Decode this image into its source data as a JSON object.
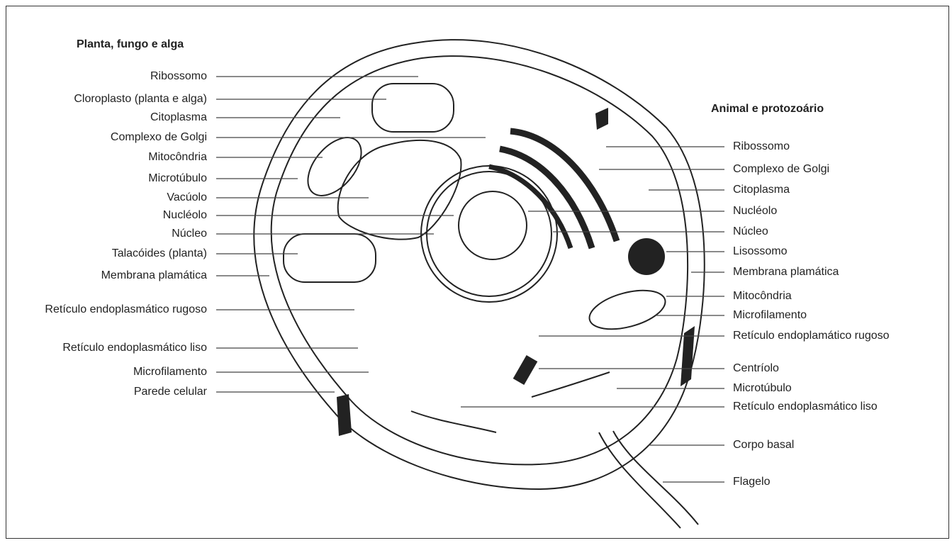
{
  "left_heading": "Planta, fungo e alga",
  "right_heading": "Animal e protozoário",
  "left_labels": [
    "Ribossomo",
    "Cloroplasto (planta e alga)",
    "Citoplasma",
    "Complexo de Golgi",
    "Mitocôndria",
    "Microtúbulo",
    "Vacúolo",
    "Nucléolo",
    "Núcleo",
    "Talacóides (planta)",
    "Membrana plamática",
    "Retículo endoplasmático rugoso",
    "Retículo endoplasmático liso",
    "Microfilamento",
    "Parede celular"
  ],
  "right_labels": [
    "Ribossomo",
    "Complexo de Golgi",
    "Citoplasma",
    "Nucléolo",
    "Núcleo",
    "Lisossomo",
    "Membrana plamática",
    "Mitocôndria",
    "Microfilamento",
    "Retículo endoplamático rugoso",
    "Centríolo",
    "Microtúbulo",
    "Retículo endoplasmático liso",
    "Corpo basal",
    "Flagelo"
  ]
}
